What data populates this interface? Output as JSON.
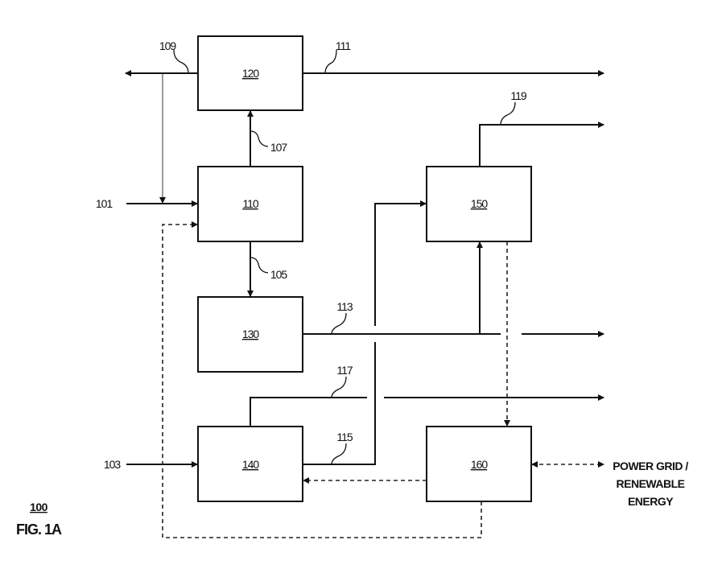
{
  "figure": {
    "number": "100",
    "caption": "FIG. 1A"
  },
  "blocks": {
    "b120": "120",
    "b110": "110",
    "b130": "130",
    "b140": "140",
    "b150": "150",
    "b160": "160"
  },
  "streams": {
    "s101": "101",
    "s103": "103",
    "s105": "105",
    "s107": "107",
    "s109": "109",
    "s111": "111",
    "s113": "113",
    "s115": "115",
    "s117": "117",
    "s119": "119"
  },
  "external": {
    "line1": "POWER GRID /",
    "line2": "RENEWABLE",
    "line3": "ENERGY"
  }
}
